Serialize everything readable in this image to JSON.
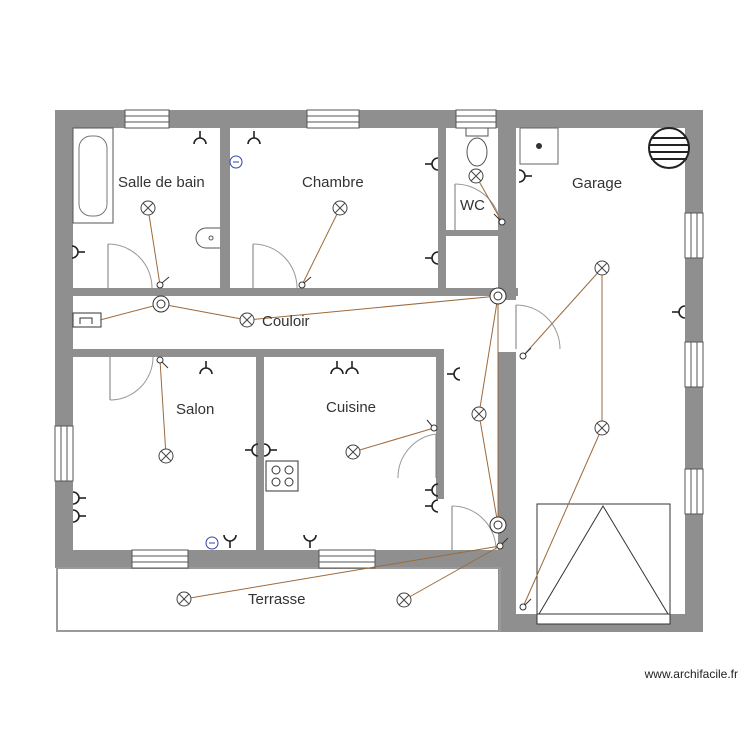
{
  "rooms": {
    "salle_de_bain": "Salle de bain",
    "chambre": "Chambre",
    "wc": "WC",
    "garage": "Garage",
    "couloir": "Couloir",
    "salon": "Salon",
    "cuisine": "Cuisine",
    "terrasse": "Terrasse"
  },
  "credit": "www.archifacile.fr",
  "colors": {
    "wall": "#8f8f8f",
    "wire": "#9c6a3c",
    "junction_symbol": "#3344aa"
  },
  "icons": [
    "light-fixture-icon",
    "switch-icon",
    "power-outlet-icon",
    "junction-box-icon",
    "door-swing-icon",
    "window-icon",
    "bathtub-icon",
    "toilet-icon",
    "sink-icon",
    "stove-icon",
    "boiler-icon",
    "ventilation-fan-icon",
    "electrical-panel-icon",
    "garage-door-icon"
  ]
}
